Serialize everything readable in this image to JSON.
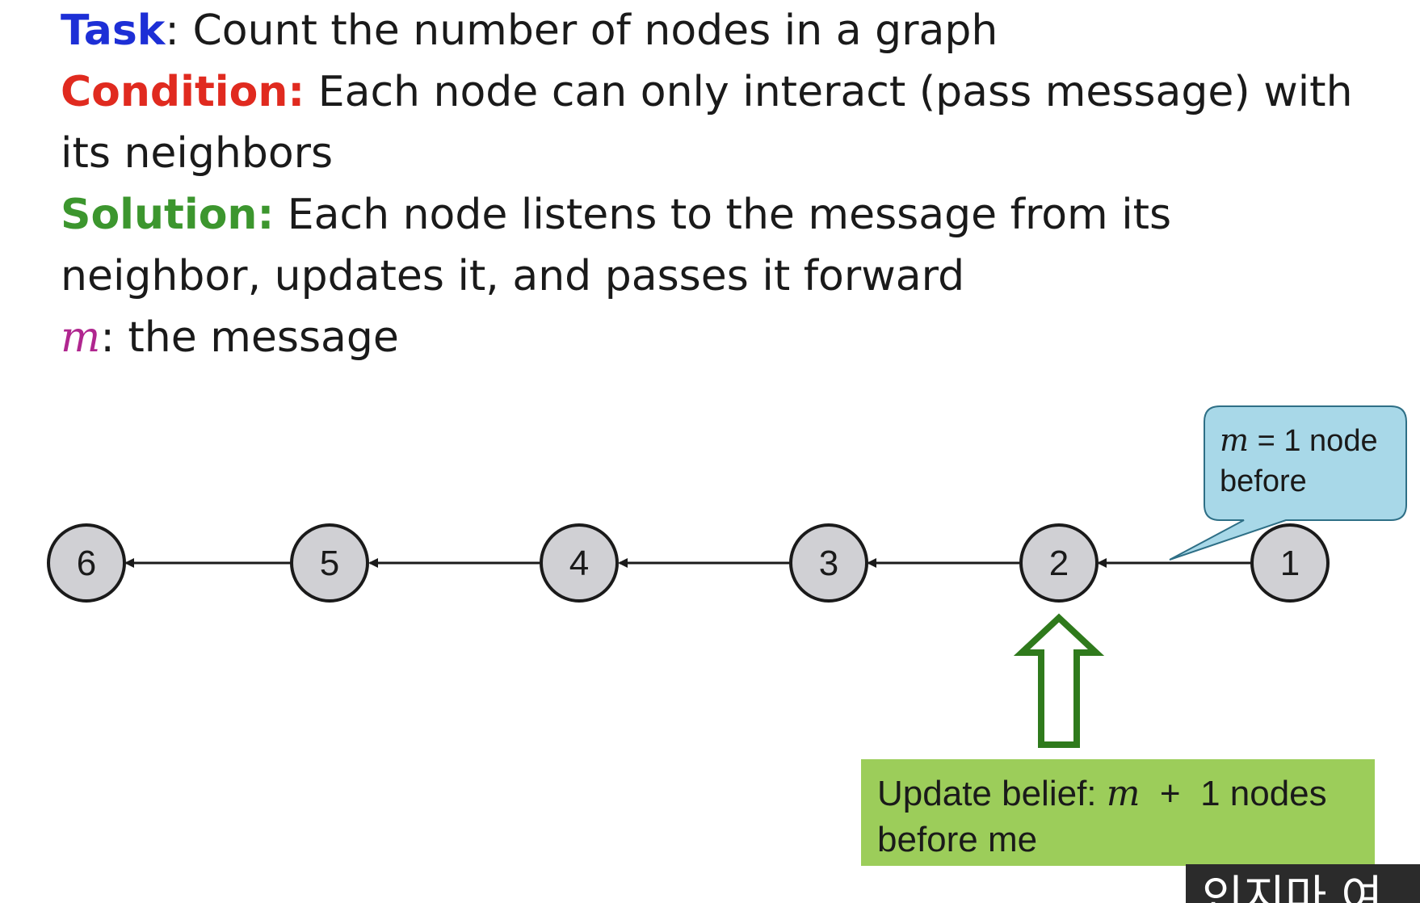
{
  "text": {
    "task_label": "Task",
    "task_text": ": Count the number of nodes in a graph",
    "condition_label": "Condition:",
    "condition_text_1": " Each node can only interact (pass message) with",
    "condition_text_2": "its neighbors",
    "solution_label": "Solution:",
    "solution_text_1": " Each node listens to the message from its",
    "solution_text_2": "neighbor, updates it, and passes it forward",
    "m_symbol": "m",
    "m_text": ": the message"
  },
  "nodes": [
    {
      "label": "6"
    },
    {
      "label": "5"
    },
    {
      "label": "4"
    },
    {
      "label": "3"
    },
    {
      "label": "2"
    },
    {
      "label": "1"
    }
  ],
  "callout": {
    "m_symbol": "m",
    "line1_rest": " = 1 node",
    "line2": "before"
  },
  "update_box": {
    "line1_prefix": "Update belief: ",
    "m_symbol": "m",
    "line1_suffix": "  +  1 nodes",
    "line2": "before me"
  },
  "subtitle": {
    "text": "인지마 여"
  },
  "colors": {
    "task": "#1d2fd6",
    "condition": "#e02a1f",
    "solution": "#3c962e",
    "message_symbol": "#b0268f",
    "node_fill": "#d0d0d4",
    "callout_fill": "#a8d8e8",
    "update_box_fill": "#9ccd5a",
    "update_arrow": "#2f7a1c"
  }
}
